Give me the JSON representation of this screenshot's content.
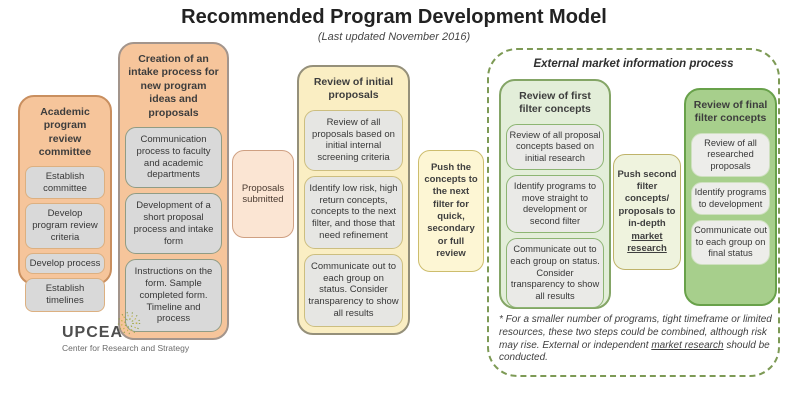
{
  "header": {
    "title": "Recommended Program Development Model",
    "subtitle": "(Last updated November 2016)"
  },
  "flow": {
    "committee": {
      "header": "Academic program review committee",
      "items": [
        "Establish committee",
        "Develop program review criteria",
        "Develop process",
        "Establish timelines"
      ]
    },
    "intake": {
      "header": "Creation of an intake process for new program ideas and proposals",
      "items": [
        "Communication process to faculty and academic departments",
        "Development of a short proposal process and intake form",
        "Instructions on the form.  Sample completed form. Timeline and process"
      ]
    },
    "proposals_submitted": {
      "label": "Proposals submitted"
    },
    "initial_review": {
      "header": "Review of initial proposals",
      "items": [
        "Review of all proposals based on initial internal screening criteria",
        "Identify low risk, high return concepts, concepts to the next filter, and those that need refinement",
        "Communicate out to each group on status.  Consider transparency to show all results"
      ]
    },
    "push_concepts": {
      "label": "Push the concepts to the next filter for quick, secondary or full review"
    }
  },
  "external_process": {
    "title": "External market information process",
    "first_filter": {
      "header": "Review of first filter concepts",
      "items": [
        "Review of all proposal concepts based on initial research",
        "Identify programs to move straight to development or second filter",
        "Communicate out to each group on status.  Consider transparency to show all results"
      ]
    },
    "push_second_filter": {
      "text_before": "Push second filter concepts/ proposals to in-depth ",
      "text_underlined": "market research"
    },
    "final_filter": {
      "header": "Review of final filter concepts",
      "items": [
        "Review of all researched proposals",
        "Identify programs to development",
        "Communicate out to each group on final status"
      ]
    },
    "footnote": {
      "text_before": "* For a smaller number of programs, tight timeframe or limited resources, these two steps could be combined, although risk may rise.  External or independent ",
      "text_underlined": "market research",
      "text_after": " should be conducted."
    }
  },
  "logo": {
    "name": "UPCEA",
    "tagline": "Center for Research and Strategy"
  },
  "colors": {
    "salmon": "#f6c59b",
    "peach": "#fbe5d3",
    "yellow": "#faeec3",
    "pale_yellow": "#fdf6d4",
    "light_green": "#e3eed9",
    "pale_green": "#eff3de",
    "green": "#a7cf8c",
    "gray_item": "#d9d9d9",
    "dashed_border": "#7d9a55"
  }
}
